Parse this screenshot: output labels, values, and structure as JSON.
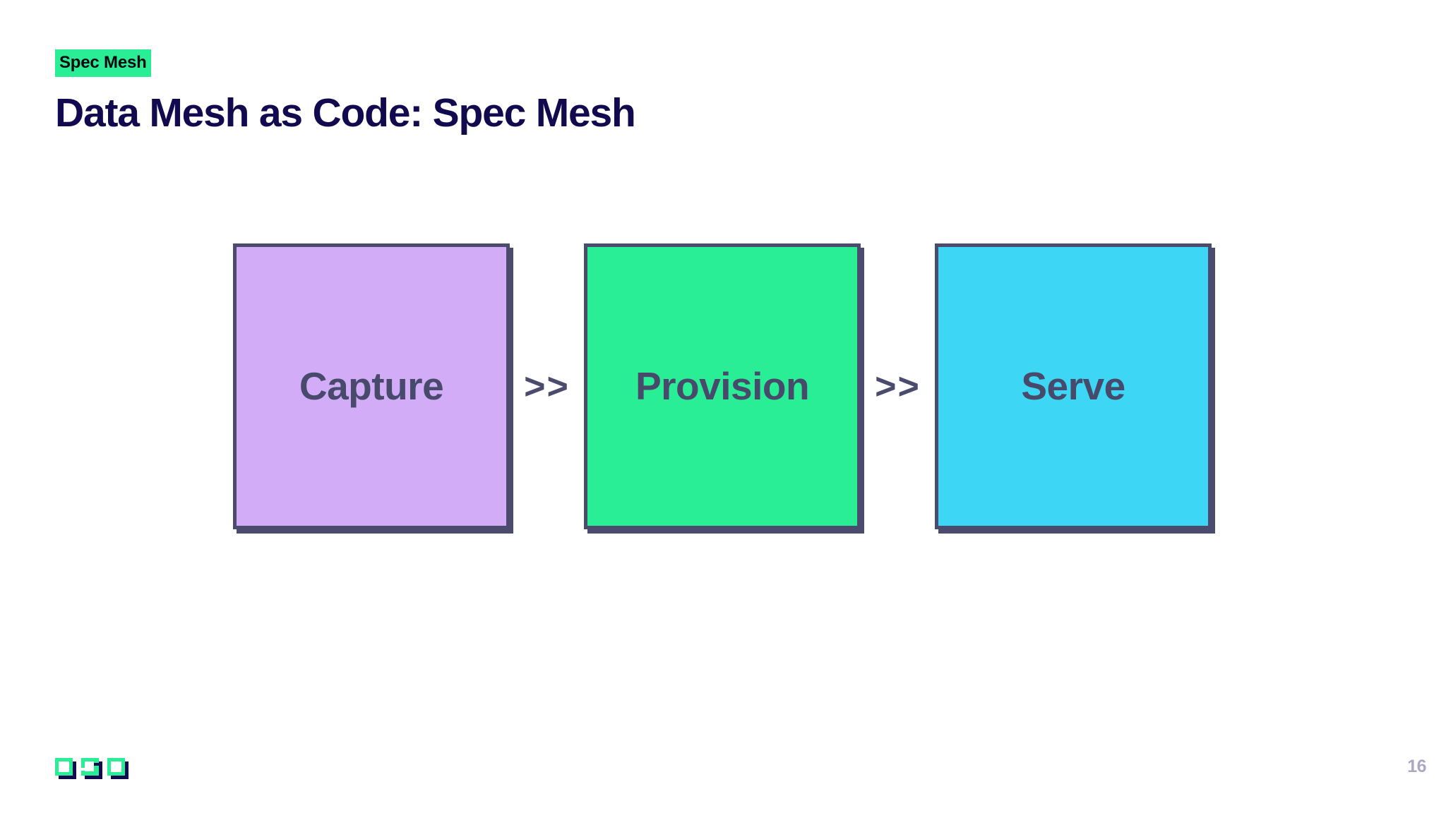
{
  "slide": {
    "background_color": "#FFFFFF",
    "eyebrow": {
      "label": "Spec Mesh",
      "background_color": "#2AEE96",
      "text_color": "#07080F"
    },
    "title": "Data Mesh as Code: Spec Mesh",
    "title_color": "#120A4E"
  },
  "diagram": {
    "type": "flow",
    "label_color": "#474A6B",
    "border_color": "#4B4B6E",
    "stages": [
      {
        "label": "Capture",
        "fill_color": "#D3ACF7"
      },
      {
        "label": "Provision",
        "fill_color": "#2AEE96"
      },
      {
        "label": "Serve",
        "fill_color": "#3DD7F5"
      }
    ],
    "connectors": [
      {
        "glyph": ">>"
      },
      {
        "glyph": ">>"
      }
    ]
  },
  "footer": {
    "logo_name": "oso-logo",
    "logo_colors": {
      "accent": "#2AEE96",
      "shadow": "#120A4E"
    },
    "page_number": "16",
    "page_number_color": "#A9A9C4"
  }
}
